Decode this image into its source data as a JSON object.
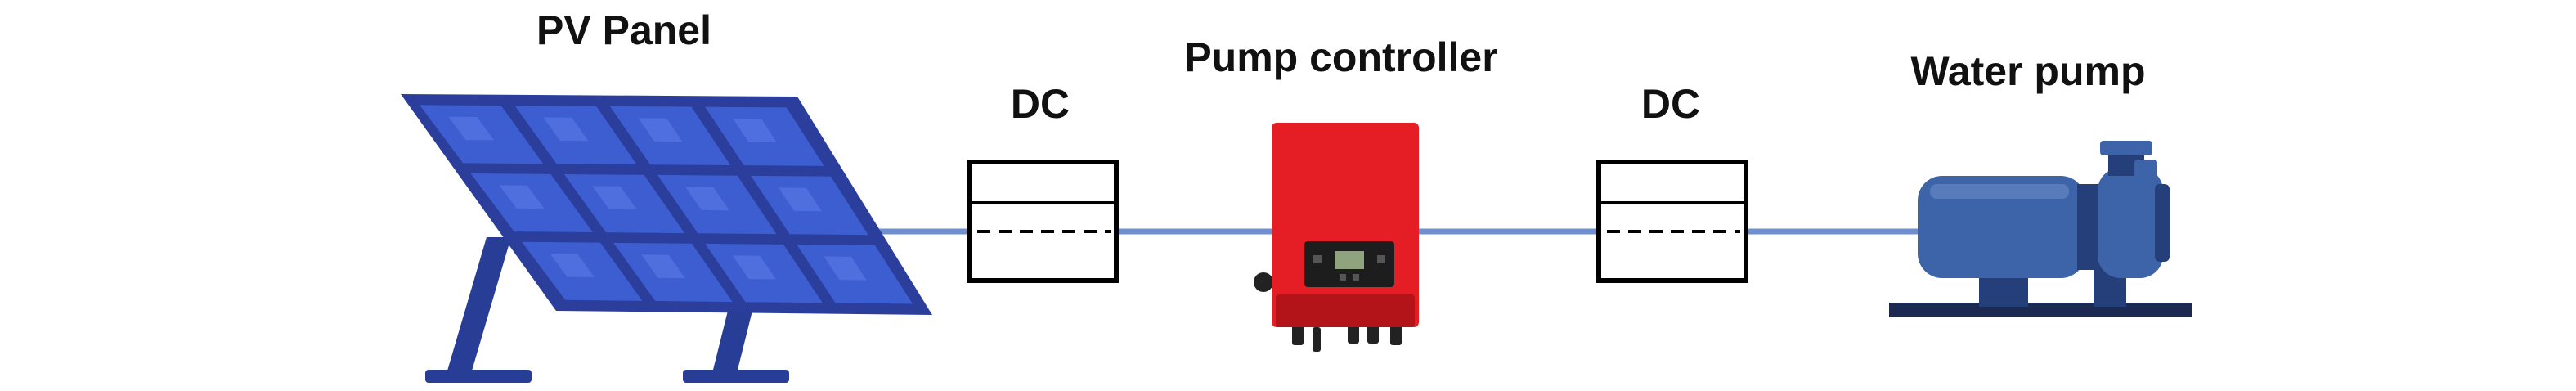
{
  "labels": {
    "pv_panel": "PV Panel",
    "dc_left": "DC",
    "pump_controller": "Pump controller",
    "dc_right": "DC",
    "water_pump": "Water pump"
  },
  "colors": {
    "wire": "#6f8fd0",
    "panel_frame": "#2b3e9c",
    "panel_cell": "#3c5ed0",
    "panel_cell_light": "#5c7ee8",
    "stand": "#283d96",
    "controller_body": "#e51e26",
    "controller_dark": "#b3141a",
    "display_bezel": "#1d1d1d",
    "display_screen": "#8fa37e",
    "pump_body": "#3d63a8",
    "pump_dark": "#243f7a",
    "pump_base": "#1c2a52",
    "box_stroke": "#000000"
  },
  "icons": {
    "panel": "solar-panel-icon",
    "controller": "pump-controller-icon",
    "pump": "water-pump-icon",
    "dc_symbol": "dc-symbol-icon"
  }
}
